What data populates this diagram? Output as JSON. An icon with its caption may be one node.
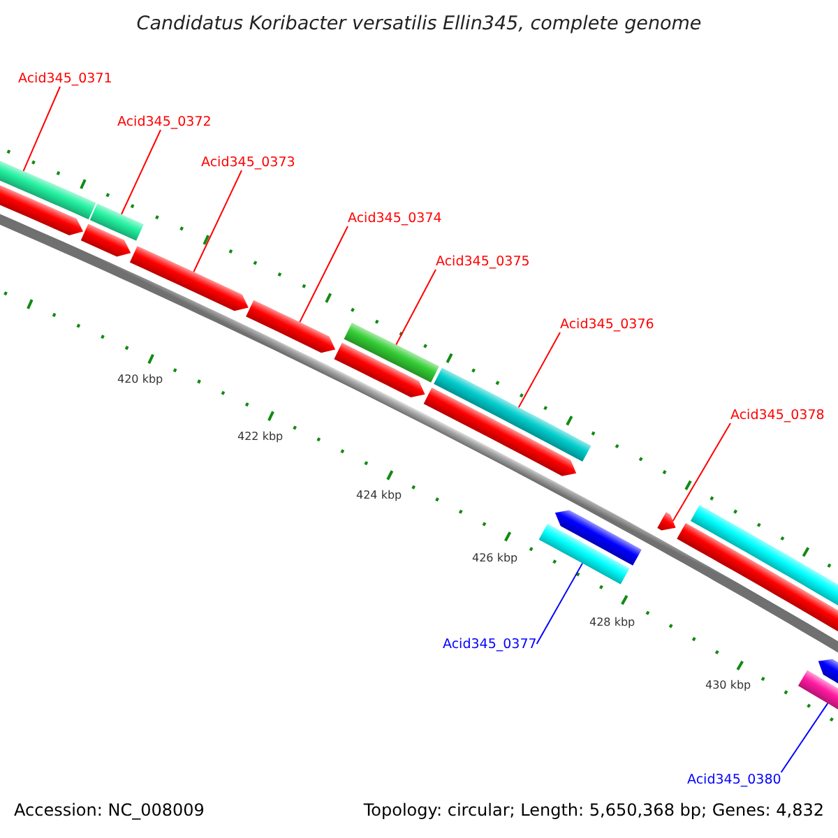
{
  "diagram": {
    "title": "Candidatus Koribacter versatilis Ellin345, complete genome",
    "nodes": [
      {
        "text": [
          "Acid345_0371"
        ]
      },
      {
        "text": [
          "Acid345_0372"
        ]
      },
      {
        "text": [
          "Acid345_0373"
        ]
      },
      {
        "text": [
          "Acid345_0374"
        ]
      },
      {
        "text": [
          "Acid345_0375"
        ]
      },
      {
        "text": [
          "Acid345_0376"
        ]
      },
      {
        "text": [
          "Acid345_0378"
        ]
      },
      {
        "text": [
          "Acid345_0377"
        ]
      },
      {
        "text": [
          "Acid345_0380"
        ]
      },
      {
        "text": [],
        "shape": "bar"
      },
      {
        "text": [],
        "shape": "bar"
      },
      {
        "text": [],
        "shape": "bar"
      },
      {
        "text": [],
        "shape": "bar"
      },
      {
        "text": [],
        "shape": "bar"
      },
      {
        "text": [],
        "shape": "bar"
      },
      {
        "text": [],
        "shape": "bar"
      },
      {
        "text": [],
        "shape": "bar"
      },
      {
        "text": [],
        "shape": "bar"
      },
      {
        "text": [],
        "shape": "bar"
      },
      {
        "text": [],
        "shape": "bar"
      },
      {
        "text": [],
        "shape": "bar"
      },
      {
        "text": [],
        "shape": "bar"
      },
      {
        "text": [],
        "shape": "bar"
      },
      {
        "text": [],
        "shape": "bar"
      },
      {
        "text": [],
        "shape": "bar"
      },
      {
        "text": [],
        "shape": "bar"
      }
    ],
    "edges": [
      {
        "from": 0,
        "to": 9,
        "arrow": "none"
      },
      {
        "from": 1,
        "to": 11,
        "arrow": "none"
      },
      {
        "from": 2,
        "to": 13,
        "arrow": "none"
      },
      {
        "from": 3,
        "to": 14,
        "arrow": "none"
      },
      {
        "from": 4,
        "to": 15,
        "arrow": "none"
      },
      {
        "from": 5,
        "to": 17,
        "arrow": "none"
      },
      {
        "from": 6,
        "to": 21,
        "arrow": "none"
      },
      {
        "from": 7,
        "to": 19,
        "arrow": "none",
        "color": "#0000ff"
      },
      {
        "from": 8,
        "to": 24,
        "arrow": "none",
        "color": "#0000ff"
      }
    ],
    "labels": [
      "420 kbp",
      "422 kbp",
      "424 kbp",
      "426 kbp",
      "428 kbp",
      "430 kbp",
      "Accession: NC_008009",
      "Topology: circular; Length: 5,650,368 bp; Genes: 4,832"
    ]
  }
}
